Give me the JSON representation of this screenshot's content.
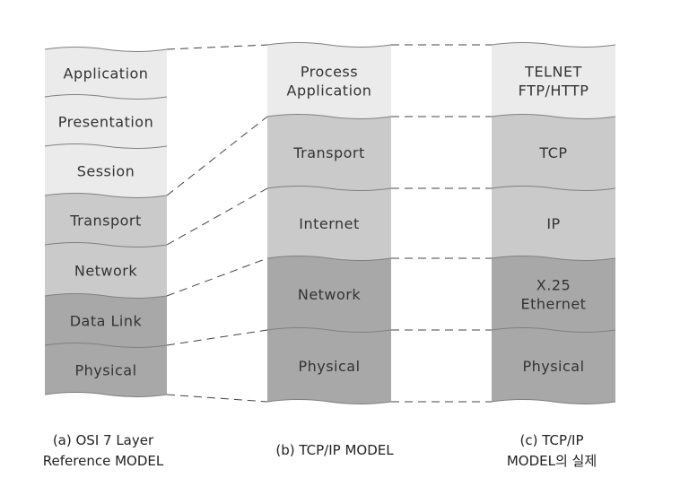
{
  "columns": [
    {
      "id": "osi",
      "caption": [
        "(a) OSI 7 Layer",
        "Reference MODEL"
      ],
      "layers": [
        {
          "lines": [
            "Application"
          ],
          "shade": "light"
        },
        {
          "lines": [
            "Presentation"
          ],
          "shade": "light"
        },
        {
          "lines": [
            "Session"
          ],
          "shade": "light"
        },
        {
          "lines": [
            "Transport"
          ],
          "shade": "medium"
        },
        {
          "lines": [
            "Network"
          ],
          "shade": "medium"
        },
        {
          "lines": [
            "Data Link"
          ],
          "shade": "dark"
        },
        {
          "lines": [
            "Physical"
          ],
          "shade": "dark"
        }
      ]
    },
    {
      "id": "tcpip",
      "caption": [
        "(b) TCP/IP MODEL"
      ],
      "layers": [
        {
          "lines": [
            "Process",
            "Application"
          ],
          "shade": "light"
        },
        {
          "lines": [
            "Transport"
          ],
          "shade": "medium"
        },
        {
          "lines": [
            "Internet"
          ],
          "shade": "medium"
        },
        {
          "lines": [
            "Network"
          ],
          "shade": "dark"
        },
        {
          "lines": [
            "Physical"
          ],
          "shade": "dark"
        }
      ]
    },
    {
      "id": "real",
      "caption": [
        "(c) TCP/IP",
        "MODEL의 실제"
      ],
      "layers": [
        {
          "lines": [
            "TELNET",
            "FTP/HTTP"
          ],
          "shade": "light"
        },
        {
          "lines": [
            "TCP"
          ],
          "shade": "medium"
        },
        {
          "lines": [
            "IP"
          ],
          "shade": "medium"
        },
        {
          "lines": [
            "X.25",
            "Ethernet"
          ],
          "shade": "dark"
        },
        {
          "lines": [
            "Physical"
          ],
          "shade": "dark"
        }
      ]
    }
  ],
  "colors": {
    "light": "#ebebeb",
    "medium": "#cacaca",
    "dark": "#a8a8a8",
    "separator": "#808080",
    "dash": "#444444",
    "text": "#333333"
  }
}
